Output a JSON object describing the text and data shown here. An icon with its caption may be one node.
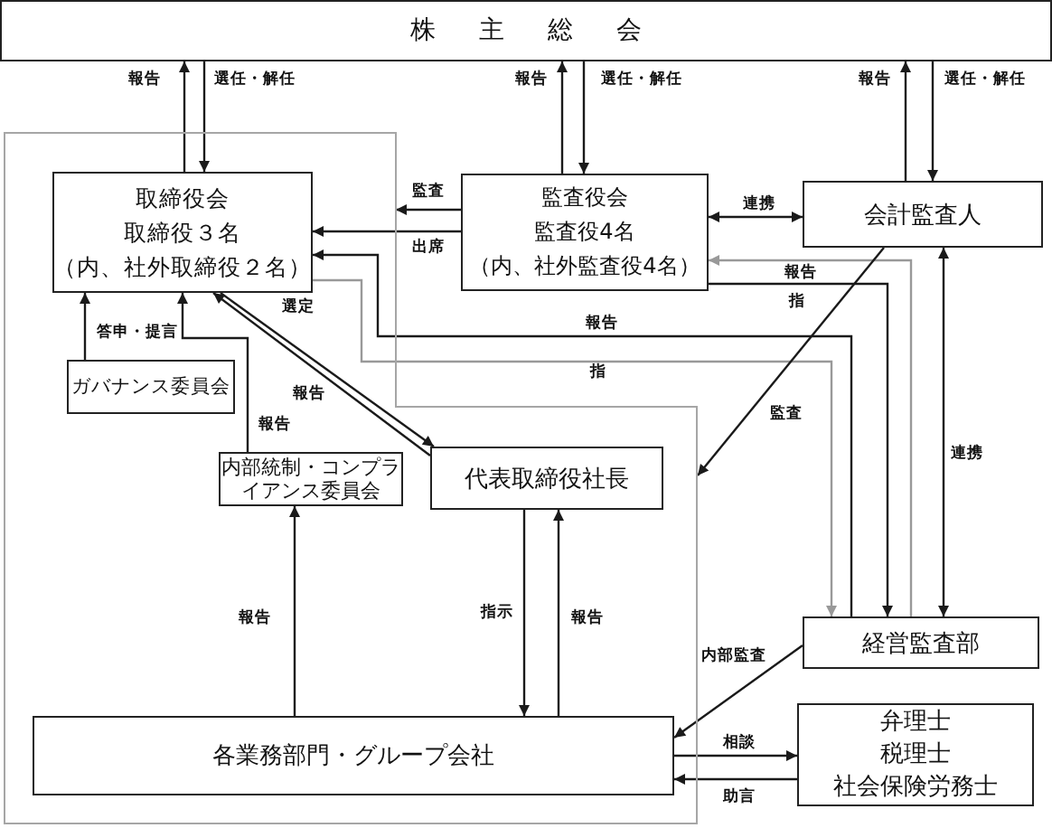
{
  "diagram": {
    "nodes": [
      {
        "text": [
          "株主総会"
        ]
      },
      {
        "text": [],
        "shape": "box"
      },
      {
        "text": [
          "取締役会",
          "取締役３名",
          "（内、社外取締役２名）"
        ],
        "in": 1
      },
      {
        "text": [
          "監査役会",
          "監査役4名",
          "（内、社外監査役4名）"
        ]
      },
      {
        "text": [
          "会計監査人"
        ]
      },
      {
        "text": [
          "ガバナンス委員会"
        ],
        "in": 1
      },
      {
        "text": [
          "内部統制・コンプライアンス委員会"
        ],
        "in": 1
      },
      {
        "text": [
          "代表取締役社長"
        ],
        "in": 1
      },
      {
        "text": [
          "経営監査部"
        ]
      },
      {
        "text": [
          "各業務部門・グループ会社"
        ],
        "in": 1
      },
      {
        "text": [
          "弁理士",
          "税理士",
          "社会保険労務士"
        ]
      }
    ],
    "edges": [
      {
        "from": 2,
        "to": 0,
        "arrow": "to",
        "label": "報告"
      },
      {
        "from": 0,
        "to": 2,
        "arrow": "to",
        "label": "選任・解任"
      },
      {
        "from": 3,
        "to": 0,
        "arrow": "to",
        "label": "報告"
      },
      {
        "from": 0,
        "to": 3,
        "arrow": "to",
        "label": "選任・解任"
      },
      {
        "from": 4,
        "to": 0,
        "arrow": "to",
        "label": "報告"
      },
      {
        "from": 0,
        "to": 4,
        "arrow": "to",
        "label": "選任・解任"
      },
      {
        "from": 3,
        "to": 1,
        "arrow": "to",
        "label": "監査"
      },
      {
        "from": 3,
        "to": 2,
        "arrow": "to",
        "label": "出席"
      },
      {
        "from": 3,
        "to": 4,
        "arrow": "both",
        "label": "連携"
      },
      {
        "from": 8,
        "to": 3,
        "arrow": "to",
        "label": "報告",
        "color": "#999999"
      },
      {
        "from": 3,
        "to": 8,
        "arrow": "to",
        "label": "指"
      },
      {
        "from": 8,
        "to": 2,
        "arrow": "to",
        "label": "報告"
      },
      {
        "from": 2,
        "to": 8,
        "arrow": "to",
        "label": "指",
        "color": "#999999"
      },
      {
        "from": 4,
        "to": 1,
        "arrow": "to",
        "label": "監査"
      },
      {
        "from": 4,
        "to": 8,
        "arrow": "both",
        "label": "連携"
      },
      {
        "from": 7,
        "to": 2,
        "arrow": "to",
        "label": "報告"
      },
      {
        "from": 2,
        "to": 7,
        "arrow": "to",
        "label": "選定"
      },
      {
        "from": 5,
        "to": 2,
        "arrow": "to",
        "label": "答申・提言"
      },
      {
        "from": 6,
        "to": 2,
        "arrow": "to",
        "label": "報告"
      },
      {
        "from": 9,
        "to": 6,
        "arrow": "to",
        "label": "報告"
      },
      {
        "from": 7,
        "to": 9,
        "arrow": "to",
        "label": "指示"
      },
      {
        "from": 9,
        "to": 7,
        "arrow": "to",
        "label": "報告"
      },
      {
        "from": 8,
        "to": 9,
        "arrow": "to",
        "label": "内部監査"
      },
      {
        "from": 9,
        "to": 10,
        "arrow": "to",
        "label": "相談"
      },
      {
        "from": 10,
        "to": 9,
        "arrow": "to",
        "label": "助言"
      }
    ]
  }
}
